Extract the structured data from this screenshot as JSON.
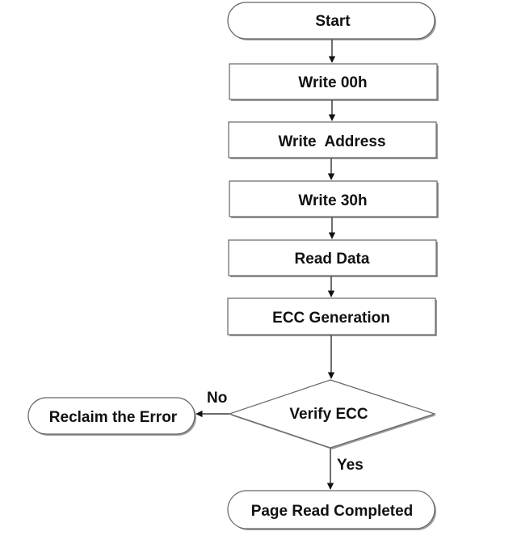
{
  "nodes": {
    "start": "Start",
    "write_00h": "Write 00h",
    "write_address": "Write  Address",
    "write_30h": "Write 30h",
    "read_data": "Read Data",
    "ecc_generation": "ECC Generation",
    "verify_ecc": "Verify ECC",
    "reclaim_error": "Reclaim the Error",
    "page_read_completed": "Page Read Completed"
  },
  "edges": {
    "no_label": "No",
    "yes_label": "Yes"
  }
}
